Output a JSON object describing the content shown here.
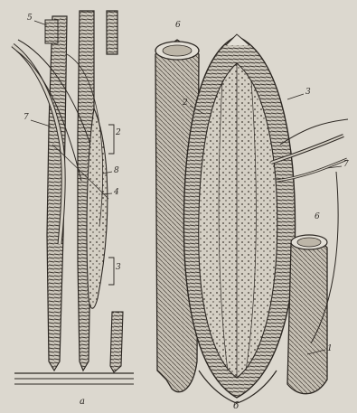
{
  "figure": {
    "panel_a": {
      "caption": "а",
      "labels": [
        "5",
        "7",
        "2",
        "8",
        "4",
        "3"
      ]
    },
    "panel_b": {
      "caption": "б",
      "labels": [
        "6",
        "2",
        "3",
        "7",
        "6",
        "1"
      ]
    }
  }
}
